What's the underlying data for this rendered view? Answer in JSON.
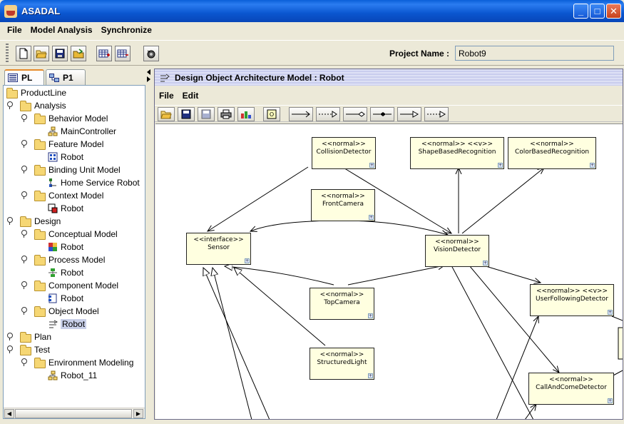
{
  "window": {
    "title": "ASADAL",
    "minimize": "_",
    "maximize": "□",
    "close": "✕"
  },
  "menu": [
    "File",
    "Model Analysis",
    "Synchronize"
  ],
  "toolbar": {
    "icons": [
      "new-file-icon",
      "open-folder-icon",
      "save-icon",
      "export-icon",
      "add-grid-icon",
      "remove-grid-icon",
      "camera-icon"
    ],
    "project_label": "Project Name :",
    "project_value": "Robot9"
  },
  "tabs": [
    {
      "label": "PL",
      "active": true
    },
    {
      "label": "P1",
      "active": false
    }
  ],
  "tree": [
    {
      "label": "ProductLine",
      "level": 0,
      "type": "folder",
      "expander": false
    },
    {
      "label": "Analysis",
      "level": 0,
      "type": "folder",
      "expander": true
    },
    {
      "label": "Behavior Model",
      "level": 1,
      "type": "folder",
      "expander": true
    },
    {
      "label": "MainController",
      "level": 2,
      "type": "hierarchy-icon"
    },
    {
      "label": "Feature Model",
      "level": 1,
      "type": "folder",
      "expander": true
    },
    {
      "label": "Robot",
      "level": 2,
      "type": "grid-icon"
    },
    {
      "label": "Binding Unit Model",
      "level": 1,
      "type": "folder",
      "expander": true
    },
    {
      "label": "Home Service Robot",
      "level": 2,
      "type": "binding-icon"
    },
    {
      "label": "Context Model",
      "level": 1,
      "type": "folder",
      "expander": true
    },
    {
      "label": "Robot",
      "level": 2,
      "type": "context-icon"
    },
    {
      "label": "Design",
      "level": 0,
      "type": "folder",
      "expander": true
    },
    {
      "label": "Conceptual Model",
      "level": 1,
      "type": "folder",
      "expander": true
    },
    {
      "label": "Robot",
      "level": 2,
      "type": "conceptual-icon"
    },
    {
      "label": "Process Model",
      "level": 1,
      "type": "folder",
      "expander": true
    },
    {
      "label": "Robot",
      "level": 2,
      "type": "process-icon"
    },
    {
      "label": "Component Model",
      "level": 1,
      "type": "folder",
      "expander": true
    },
    {
      "label": "Robot",
      "level": 2,
      "type": "component-icon"
    },
    {
      "label": "Object Model",
      "level": 1,
      "type": "folder",
      "expander": true
    },
    {
      "label": "Robot",
      "level": 2,
      "type": "object-icon",
      "selected": true
    },
    {
      "label": "Plan",
      "level": 0,
      "type": "folder",
      "expander": true,
      "collapsed": true
    },
    {
      "label": "Test",
      "level": 0,
      "type": "folder",
      "expander": true
    },
    {
      "label": "Environment Modeling",
      "level": 1,
      "type": "folder",
      "expander": true
    },
    {
      "label": "Robot_11",
      "level": 2,
      "type": "hierarchy-icon"
    }
  ],
  "frame": {
    "title": "Design Object Architecture Model : Robot",
    "menu": [
      "File",
      "Edit"
    ],
    "toolbar_icons": [
      "open-icon",
      "save-icon",
      "save-disabled-icon",
      "print-icon",
      "chart-icon",
      "object-icon",
      "arrow-solid-icon",
      "arrow-dashed-icon",
      "arrow-diamond-icon",
      "arrow-filled-diamond-icon",
      "arrow-generalization-icon",
      "arrow-dashed-generalization-icon"
    ]
  },
  "diagram": {
    "nodes": [
      {
        "id": "collision",
        "stereotype": "<<normal>>",
        "name": "CollisionDetector"
      },
      {
        "id": "shape",
        "stereotype": "<<normal>> <<v>>",
        "name": "ShapeBasedRecognition"
      },
      {
        "id": "color",
        "stereotype": "<<normal>>",
        "name": "ColorBasedRecognition"
      },
      {
        "id": "front",
        "stereotype": "<<normal>>",
        "name": "FrontCamera"
      },
      {
        "id": "sensor",
        "stereotype": "<<interface>>",
        "name": "Sensor"
      },
      {
        "id": "vision",
        "stereotype": "<<normal>>",
        "name": "VisionDetector"
      },
      {
        "id": "top",
        "stereotype": "<<normal>>",
        "name": "TopCamera"
      },
      {
        "id": "userfollow",
        "stereotype": "<<normal>> <<v>>",
        "name": "UserFollowingDetector"
      },
      {
        "id": "structured",
        "stereotype": "<<normal>>",
        "name": "StructuredLight"
      },
      {
        "id": "callcome",
        "stereotype": "<<normal>>",
        "name": "CallAndComeDetector"
      }
    ],
    "corner_glyph": "+"
  }
}
